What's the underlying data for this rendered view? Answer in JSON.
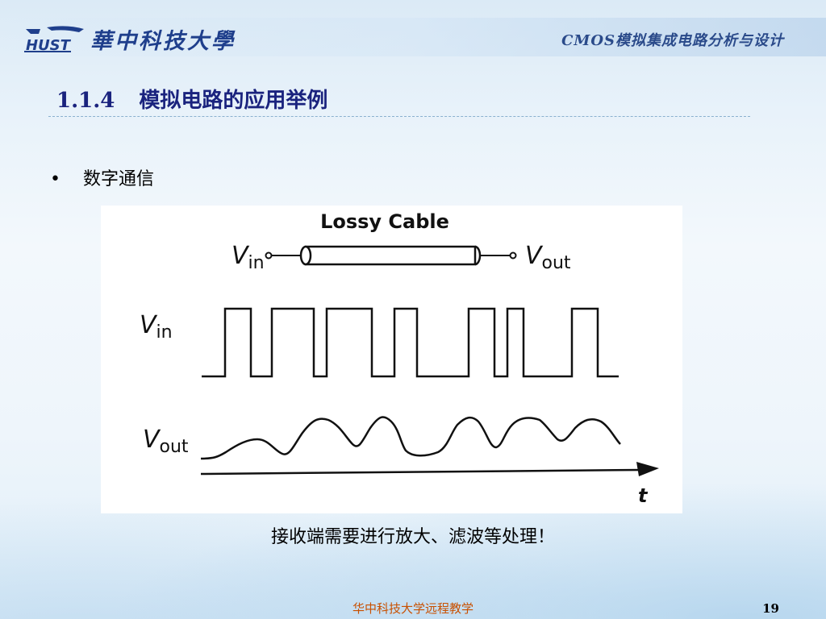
{
  "header": {
    "university": "華中科技大學",
    "course": "CMOS模拟集成电路分析与设计",
    "logo_text": "HUST"
  },
  "section": {
    "number": "1.1.4",
    "title": "模拟电路的应用举例"
  },
  "bullets": [
    {
      "symbol": "•",
      "text": "数字通信"
    }
  ],
  "figure": {
    "cable_label": "Lossy Cable",
    "vin_label": "V",
    "vin_sub": "in",
    "vout_label": "V",
    "vout_sub": "out",
    "time_label": "t"
  },
  "caption": "接收端需要进行放大、滤波等处理！",
  "footer": {
    "center": "华中科技大学远程教学",
    "page_number": "19"
  },
  "colors": {
    "title": "#1a237e",
    "header_text": "#1f3f8c",
    "footer_text": "#c85000"
  }
}
